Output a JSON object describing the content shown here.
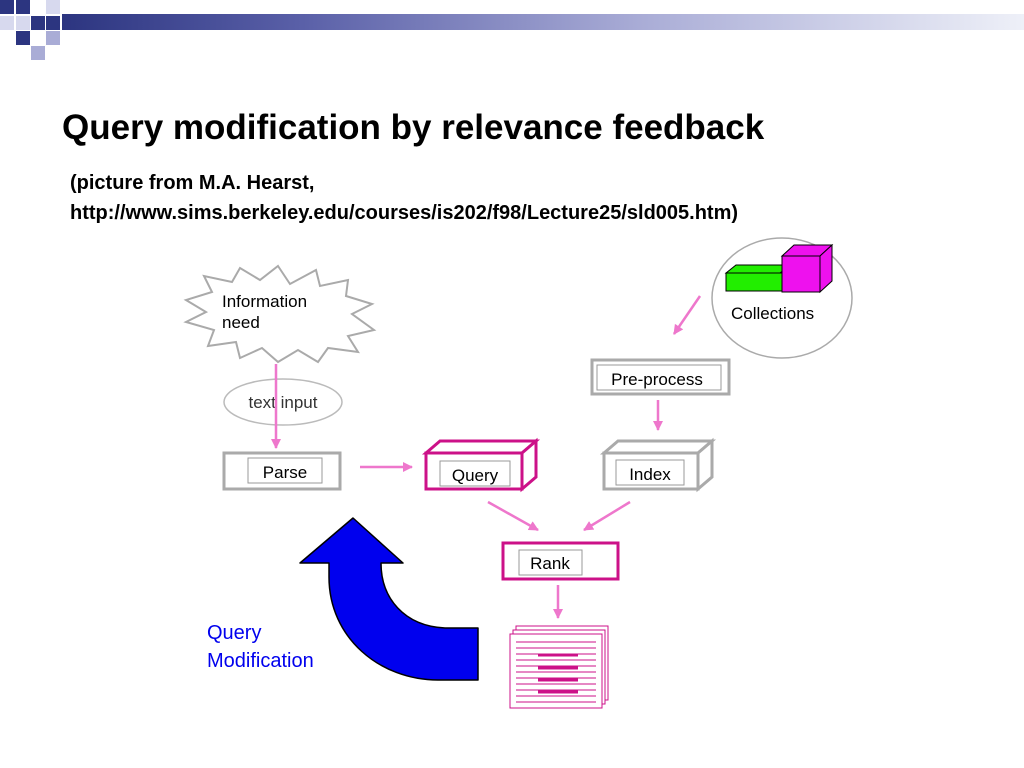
{
  "slide": {
    "title": "Query modification by relevance feedback",
    "subtitle_line1": "(picture from M.A. Hearst,",
    "subtitle_line2": "http://www.sims.berkeley.edu/courses/is202/f98/Lecture25/sld005.htm)"
  },
  "diagram": {
    "information_need_line1": "Information",
    "information_need_line2": "need",
    "text_input": "text input",
    "parse": "Parse",
    "query": "Query",
    "collections": "Collections",
    "preprocess": "Pre-process",
    "index": "Index",
    "rank": "Rank",
    "query_modification_line1": "Query",
    "query_modification_line2": "Modification"
  },
  "colors": {
    "accent_navy": "#2c3580",
    "arrow_pink": "#ee77cc",
    "box_magenta": "#cc1188",
    "box_gray": "#aaaaaa",
    "feedback_blue": "#0000ee",
    "cube_green": "#22ee00",
    "cube_magenta": "#ee11ee"
  },
  "icons": [
    "information-need-starburst-icon",
    "collections-cube-icon",
    "results-document-icon",
    "query-modification-arrow-icon"
  ]
}
